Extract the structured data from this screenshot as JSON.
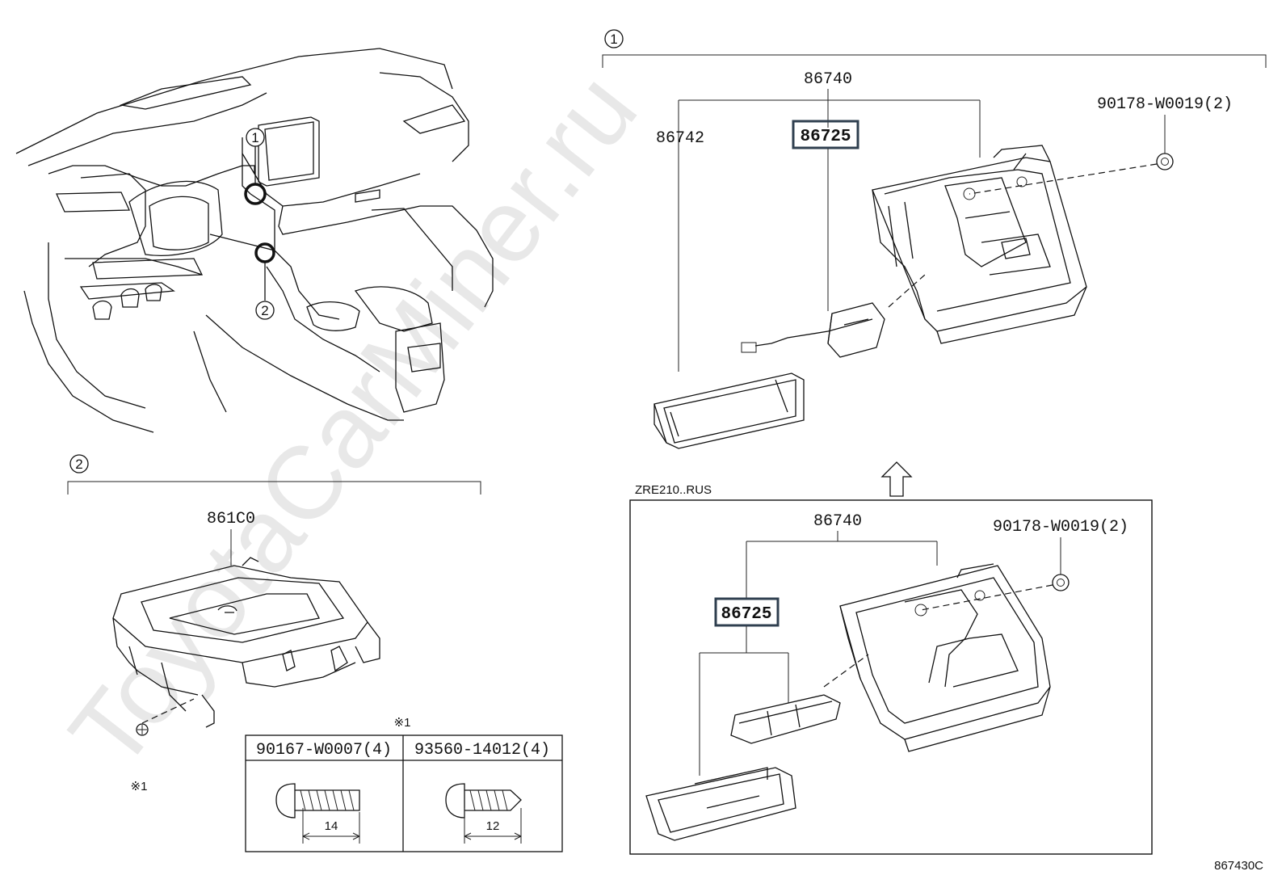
{
  "watermark": "ToyotaCarMiner.ru",
  "figure_code": "867430C",
  "callouts": {
    "one": "1",
    "two": "2"
  },
  "section1": {
    "assembly": "86740",
    "panel": "86742",
    "module": "86725",
    "nut": "90178-W0019(2)"
  },
  "section2": {
    "part": "861C0",
    "note_mark": "※1"
  },
  "variant": {
    "code": "ZRE210..RUS",
    "assembly": "86740",
    "module": "86725",
    "nut": "90178-W0019(2)"
  },
  "fastener_table": {
    "note_mark": "※1",
    "columns": [
      {
        "part": "90167-W0007(4)",
        "length": "14"
      },
      {
        "part": "93560-14012(4)",
        "length": "12"
      }
    ]
  }
}
